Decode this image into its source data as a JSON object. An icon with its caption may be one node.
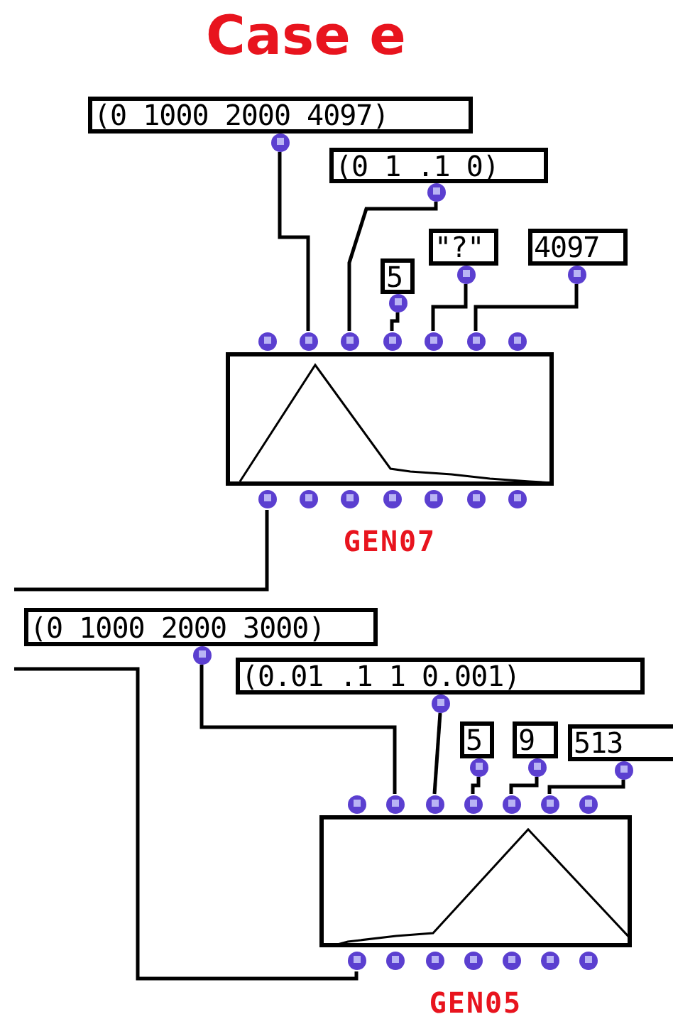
{
  "diagram": {
    "title": "Case e",
    "nodes": [
      {
        "text": [
          "(0 1000 2000 4097)"
        ]
      },
      {
        "text": [
          "(0 1 .1 0)"
        ]
      },
      {
        "text": [
          "5"
        ]
      },
      {
        "text": [
          "\"?\""
        ]
      },
      {
        "text": [
          "4097"
        ]
      },
      {
        "text": [],
        "shape": "picture",
        "beside": [
          "GEN07"
        ]
      },
      {
        "text": [
          "(0 1000 2000 3000)"
        ]
      },
      {
        "text": [
          "(0.01 .1 1 0.001)"
        ]
      },
      {
        "text": [
          "5"
        ]
      },
      {
        "text": [
          "9"
        ]
      },
      {
        "text": [
          "513"
        ]
      },
      {
        "text": [],
        "shape": "picture",
        "beside": [
          "GEN05"
        ]
      }
    ],
    "edges": [
      {
        "from": 0,
        "to": 5,
        "arrow": "none"
      },
      {
        "from": 1,
        "to": 5,
        "arrow": "none"
      },
      {
        "from": 2,
        "to": 5,
        "arrow": "none"
      },
      {
        "from": 3,
        "to": 5,
        "arrow": "none"
      },
      {
        "from": 4,
        "to": 5,
        "arrow": "none"
      },
      {
        "from": 5,
        "to": null,
        "arrow": "none"
      },
      {
        "from": 6,
        "to": 11,
        "arrow": "none"
      },
      {
        "from": 7,
        "to": 11,
        "arrow": "none"
      },
      {
        "from": 8,
        "to": 11,
        "arrow": "none"
      },
      {
        "from": 9,
        "to": 11,
        "arrow": "none"
      },
      {
        "from": 10,
        "to": 11,
        "arrow": "none"
      },
      {
        "from": null,
        "to": 11,
        "arrow": "none"
      }
    ]
  }
}
